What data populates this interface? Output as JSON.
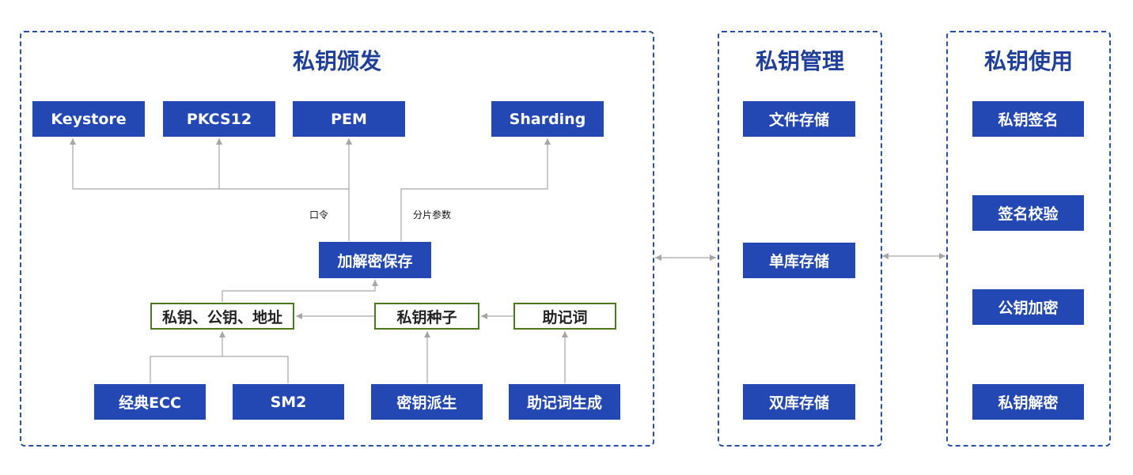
{
  "panels": {
    "issue": {
      "title": "私钥颁发"
    },
    "manage": {
      "title": "私钥管理"
    },
    "use": {
      "title": "私钥使用"
    }
  },
  "issue": {
    "formats": [
      "Keystore",
      "PKCS12",
      "PEM",
      "Sharding"
    ],
    "encrypt_save": "加解密保存",
    "keypair": "私钥、公钥、地址",
    "seed": "私钥种子",
    "mnemonic": "助记词",
    "algorithms": [
      "经典ECC",
      "SM2"
    ],
    "key_derive": "密钥派生",
    "mnemonic_gen": "助记词生成",
    "label_password": "口令",
    "label_shard_params": "分片参数"
  },
  "manage": {
    "items": [
      "文件存储",
      "单库存储",
      "双库存储"
    ]
  },
  "use": {
    "items": [
      "私钥签名",
      "签名校验",
      "公钥加密",
      "私钥解密"
    ]
  },
  "colors": {
    "panel_border": "#2a4fa6",
    "title": "#1f3f99",
    "box_fill": "#2348b4",
    "green_border": "#4b7a1d",
    "connector": "#a6a6a6"
  }
}
